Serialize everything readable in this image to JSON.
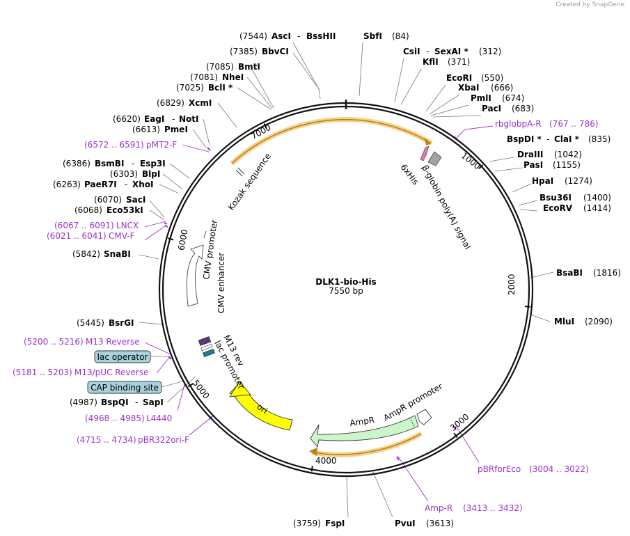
{
  "credit": "Created by SnapGene",
  "map": {
    "title": "DLK1-bio-His",
    "subtitle": "7550 bp",
    "ticks": [
      {
        "pos": 1000,
        "label": "1000"
      },
      {
        "pos": 2000,
        "label": "2000"
      },
      {
        "pos": 3000,
        "label": "3000"
      },
      {
        "pos": 4000,
        "label": "4000"
      },
      {
        "pos": 5000,
        "label": "5000"
      },
      {
        "pos": 6000,
        "label": "6000"
      },
      {
        "pos": 7000,
        "label": "7000"
      }
    ]
  },
  "enzymes": [
    {
      "name": "AscI",
      "pos": "(7544)",
      "name2": "BssHII"
    },
    {
      "name": "SbfI",
      "pos": "(84)"
    },
    {
      "name": "CsiI",
      "pos": "(312)",
      "name2": "SexAI *"
    },
    {
      "name": "KflI",
      "pos": "(371)"
    },
    {
      "name": "EcoRI",
      "pos": "(550)"
    },
    {
      "name": "XbaI",
      "pos": "(666)"
    },
    {
      "name": "PmlI",
      "pos": "(674)"
    },
    {
      "name": "PacI",
      "pos": "(683)"
    },
    {
      "name": "BspDI *",
      "pos": "(835)",
      "name2": "ClaI *"
    },
    {
      "name": "DraIII",
      "pos": "(1042)"
    },
    {
      "name": "PasI",
      "pos": "(1155)"
    },
    {
      "name": "HpaI",
      "pos": "(1274)"
    },
    {
      "name": "Bsu36I",
      "pos": "(1400)"
    },
    {
      "name": "EcoRV",
      "pos": "(1414)"
    },
    {
      "name": "BsaBI",
      "pos": "(1816)"
    },
    {
      "name": "MluI",
      "pos": "(2090)"
    },
    {
      "name": "PvuI",
      "pos": "(3613)"
    },
    {
      "name": "FspI",
      "pos": "(3759)"
    },
    {
      "name": "BspQI",
      "pos": "(4987)",
      "name2": "SapI"
    },
    {
      "name": "BsrGI",
      "pos": "(5445)"
    },
    {
      "name": "SnaBI",
      "pos": "(5842)"
    },
    {
      "name": "Eco53kI",
      "pos": "(6068)"
    },
    {
      "name": "SacI",
      "pos": "(6070)"
    },
    {
      "name": "PaeR7I",
      "pos": "(6263)",
      "name2": "XhoI"
    },
    {
      "name": "BlpI",
      "pos": "(6303)"
    },
    {
      "name": "BsmBI",
      "pos": "(6386)",
      "name2": "Esp3I"
    },
    {
      "name": "PmeI",
      "pos": "(6613)"
    },
    {
      "name": "EagI",
      "pos": "(6620)",
      "name2": "NotI"
    },
    {
      "name": "XcmI",
      "pos": "(6829)"
    },
    {
      "name": "BclI *",
      "pos": "(7025)"
    },
    {
      "name": "NheI",
      "pos": "(7081)"
    },
    {
      "name": "BmtI",
      "pos": "(7085)"
    },
    {
      "name": "BbvCI",
      "pos": "(7385)"
    }
  ],
  "primers": [
    {
      "name": "rbglobpA-R",
      "range": "(767 .. 786)"
    },
    {
      "name": "pBRforEco",
      "range": "(3004 .. 3022)"
    },
    {
      "name": "Amp-R",
      "range": "(3413 .. 3432)"
    },
    {
      "name": "pBR322ori-F",
      "range": "(4715 .. 4734)"
    },
    {
      "name": "L4440",
      "range": "(4968 .. 4985)"
    },
    {
      "name": "M13/pUC Reverse",
      "range": "(5181 .. 5203)"
    },
    {
      "name": "M13 Reverse",
      "range": "(5200 .. 5216)"
    },
    {
      "name": "CMV-F",
      "range": "(6021 .. 6041)"
    },
    {
      "name": "LNCX",
      "range": "(6067 .. 6091)"
    },
    {
      "name": "pMT2-F",
      "range": "(6572 .. 6591)"
    }
  ],
  "boxes": [
    {
      "label": "lac operator"
    },
    {
      "label": "CAP binding site"
    }
  ],
  "features": [
    {
      "label": "6xHis"
    },
    {
      "label": "β-globin poly(A) signal"
    },
    {
      "label": "AmpR"
    },
    {
      "label": "AmpR promoter"
    },
    {
      "label": "ori"
    },
    {
      "label": "M13 rev"
    },
    {
      "label": "lac promoter"
    },
    {
      "label": "CMV enhancer"
    },
    {
      "label": "CMV promoter"
    },
    {
      "label": "Kozak sequence"
    }
  ],
  "colors": {
    "backbone": "#111111",
    "orf_highlight": "#f7cf8f",
    "orf_line": "#b8860b",
    "primer": "#9b30d0",
    "ampr_fill": "#ccf5cc",
    "ori_fill": "#ffff00",
    "polyA_fill": "#a0a4a8",
    "his_fill": "#e07aa0",
    "box_fill": "#a8d2dc",
    "lac_fill": "#1f7f8f",
    "m13_fill": "#5a3a7a"
  }
}
